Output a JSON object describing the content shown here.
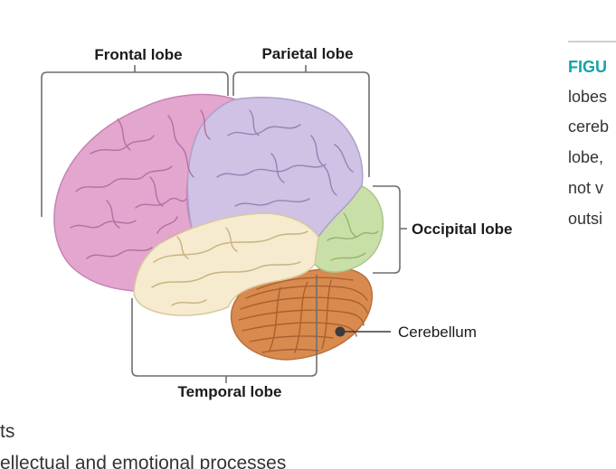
{
  "labels": {
    "frontal": "Frontal lobe",
    "parietal": "Parietal lobe",
    "occipital": "Occipital lobe",
    "temporal": "Temporal lobe",
    "cerebellum": "Cerebellum"
  },
  "caption": {
    "heading": "FIGU",
    "lines": [
      "lobes",
      "cereb",
      "lobe,",
      "not v",
      "outsi"
    ]
  },
  "body_fragments": {
    "line1": "ts",
    "line2": "ellectual and emotional processes"
  },
  "colors": {
    "frontal": "#e3a6cf",
    "parietal": "#cfc2e4",
    "occipital": "#c8e0a8",
    "temporal": "#f6ebcf",
    "cerebellum": "#d98a4f",
    "caption_heading": "#16a3a8",
    "bracket": "#6f6f6f"
  }
}
